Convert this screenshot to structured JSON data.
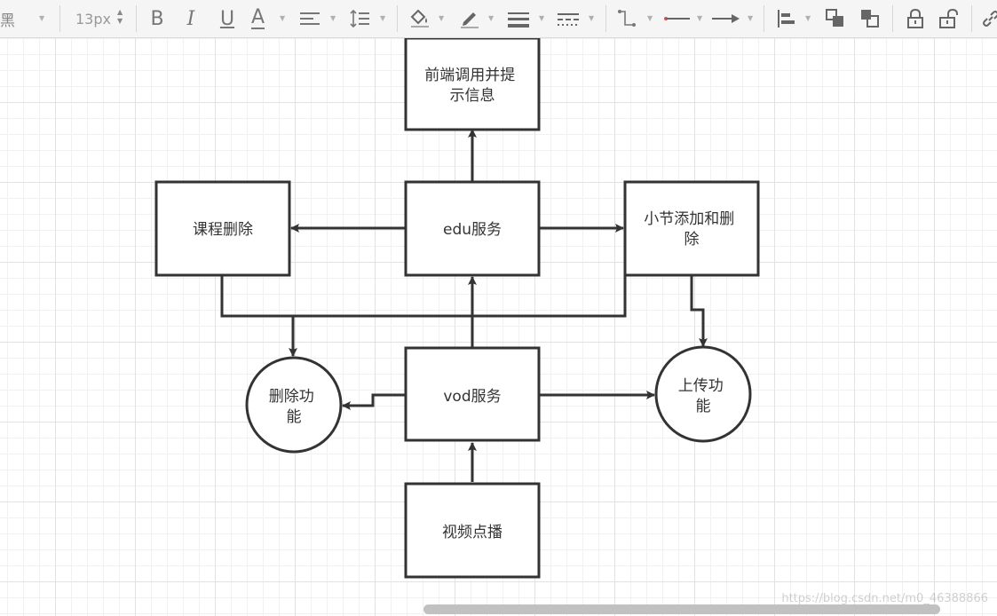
{
  "toolbar": {
    "font_name": "黑",
    "font_size": "13px",
    "bold_label": "B",
    "italic_label": "I",
    "underline_label": "U",
    "font_color_label": "A",
    "icons": [
      "text-align-icon",
      "line-spacing-icon",
      "fill-color-icon",
      "line-color-icon",
      "line-width-icon",
      "line-style-icon",
      "connector-type-icon",
      "line-start-icon",
      "line-end-icon",
      "align-left-icon",
      "bring-front-icon",
      "send-back-icon",
      "lock-icon",
      "unlock-icon",
      "link-icon"
    ]
  },
  "diagram": {
    "nodes": {
      "frontend": "前端调用并提示信息",
      "edu": "edu服务",
      "course_delete": "课程删除",
      "section": "小节添加和删除",
      "vod": "vod服务",
      "delete_func": "删除功能",
      "upload_func": "上传功能",
      "video_play": "视频点播"
    }
  },
  "watermark": "https://blog.csdn.net/m0_46388866"
}
